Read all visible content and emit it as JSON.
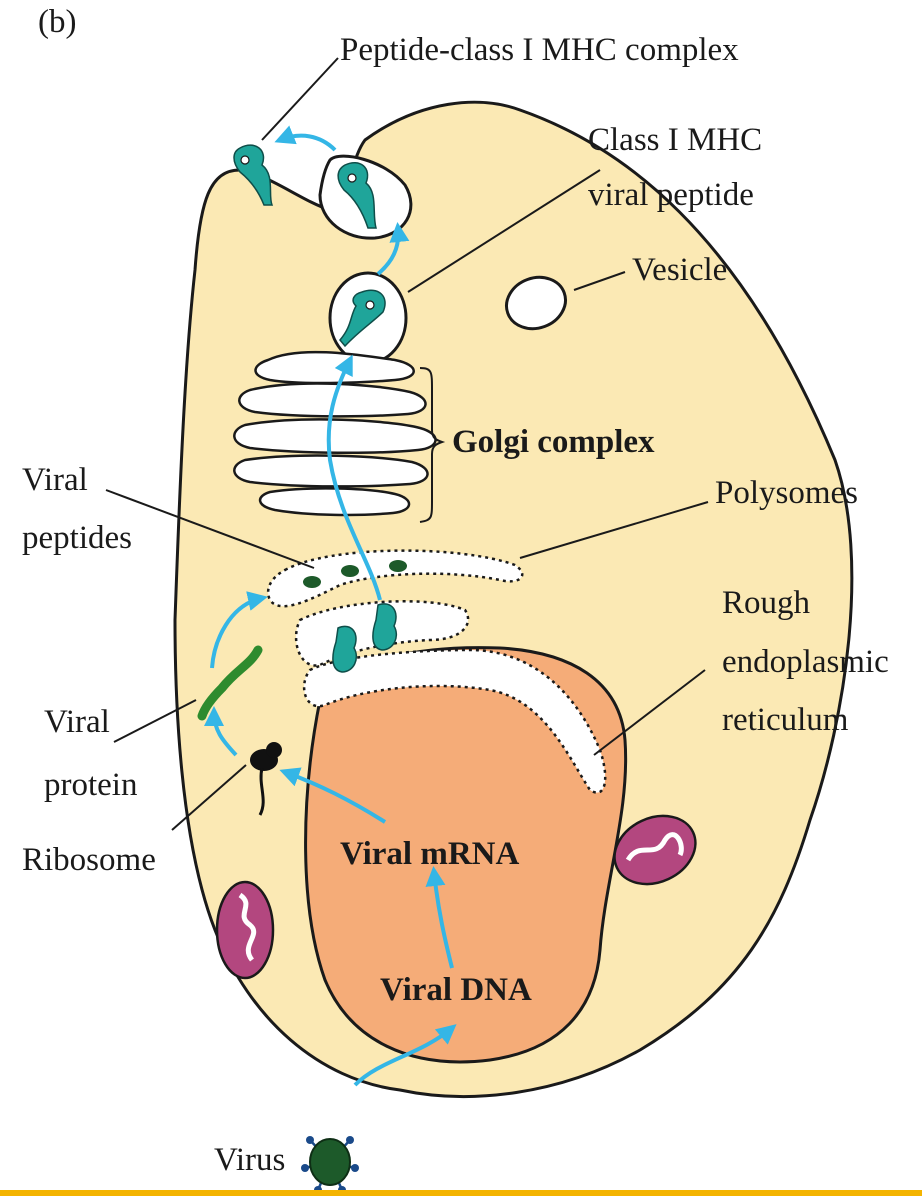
{
  "panel_label": "(b)",
  "labels": {
    "peptide_mhc_complex": "Peptide-class I MHC complex",
    "class1_mhc_line1": "Class I MHC",
    "class1_mhc_line2": "viral peptide",
    "vesicle": "Vesicle",
    "golgi": "Golgi complex",
    "viral_peptides_line1": "Viral",
    "viral_peptides_line2": "peptides",
    "polysomes": "Polysomes",
    "rer_line1": "Rough",
    "rer_line2": "endoplasmic",
    "rer_line3": "reticulum",
    "viral_protein_line1": "Viral",
    "viral_protein_line2": "protein",
    "ribosome": "Ribosome",
    "viral_mrna": "Viral mRNA",
    "viral_dna": "Viral DNA",
    "virus": "Virus"
  },
  "colors": {
    "cytoplasm": "#fbe9b4",
    "nucleus": "#f5ac78",
    "arrow": "#34b6e6",
    "mhc": "#1fa59a",
    "mitochondrion": "#b3477f",
    "virus": "#1d5a2a",
    "protein": "#2e8b2e",
    "bottom_bar": "#f4b400"
  }
}
